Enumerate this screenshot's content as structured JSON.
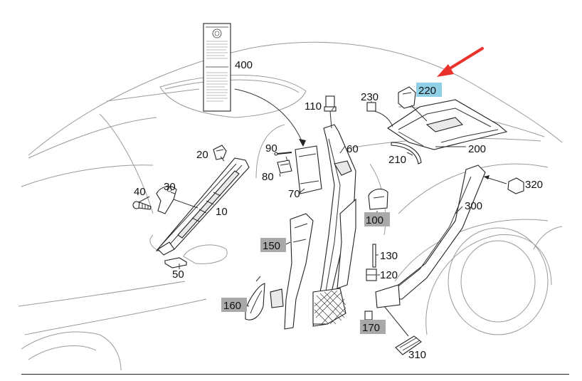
{
  "diagram": {
    "labels": {
      "l10": "10",
      "l20": "20",
      "l30": "30",
      "l40": "40",
      "l50": "50",
      "l60": "60",
      "l70": "70",
      "l80": "80",
      "l90": "90",
      "l100": "100",
      "l110": "110",
      "l120": "120",
      "l130": "130",
      "l150": "150",
      "l160": "160",
      "l170": "170",
      "l200": "200",
      "l210": "210",
      "l220": "220",
      "l230": "230",
      "l300": "300",
      "l310": "310",
      "l320": "320",
      "l400": "400"
    },
    "colors": {
      "highlight_gray": "#a9a9a9",
      "highlight_blue": "#8fd0e6",
      "arrow_red": "#e8322b"
    }
  }
}
